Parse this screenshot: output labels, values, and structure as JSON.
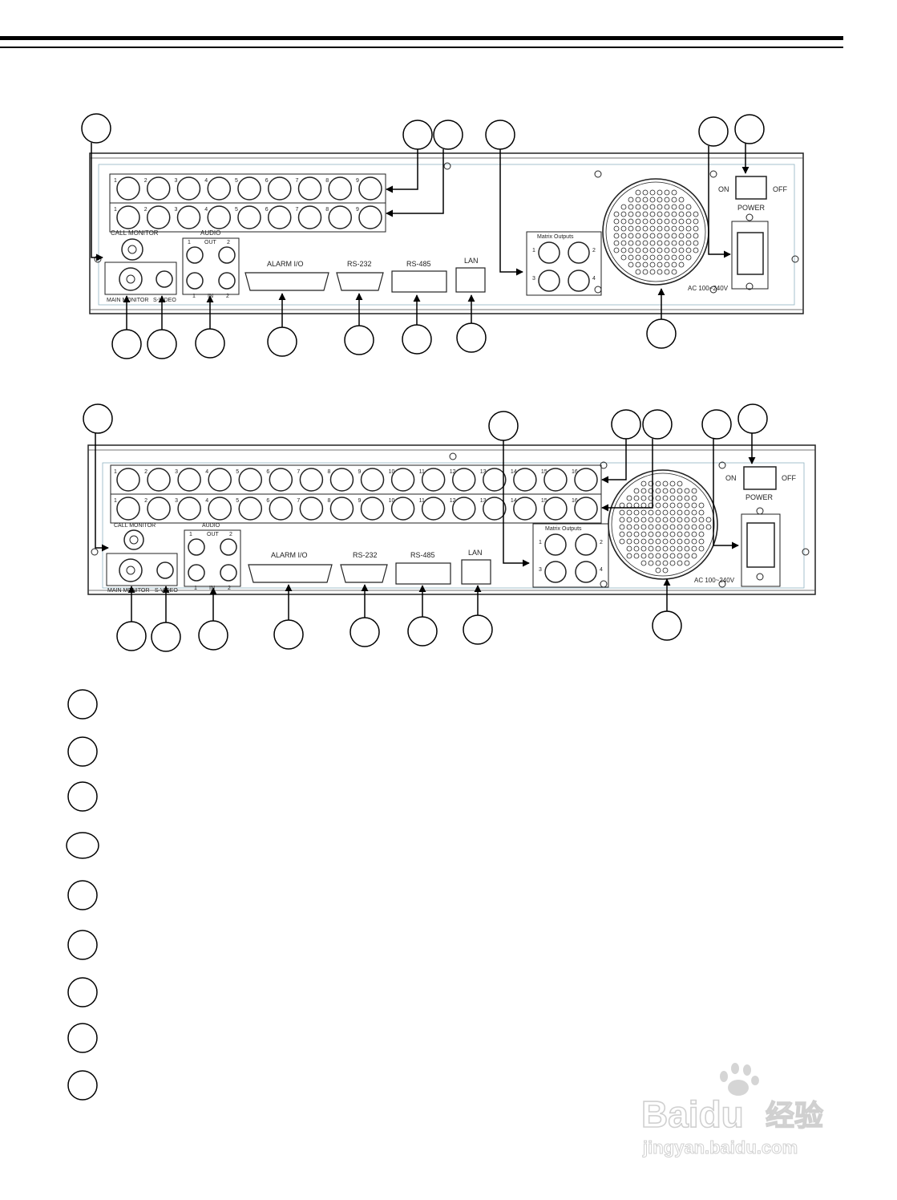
{
  "panel_a": {
    "channels": [
      "1",
      "2",
      "3",
      "4",
      "5",
      "6",
      "7",
      "8",
      "9"
    ],
    "call_monitor": "CALL MONITOR",
    "main_monitor": "MAIN MONITOR",
    "s_video": "S-VIDEO",
    "audio": "AUDIO",
    "audio_out": "OUT",
    "audio_in": "IN",
    "audio_1": "1",
    "audio_2": "2",
    "alarm": "ALARM I/O",
    "rs232": "RS-232",
    "rs485": "RS-485",
    "lan": "LAN",
    "matrix": "Matrix Outputs",
    "matrix_nums": [
      "1",
      "2",
      "3",
      "4"
    ],
    "power": "POWER",
    "on": "ON",
    "off": "OFF",
    "ac": "AC 100~240V"
  },
  "panel_b": {
    "channels": [
      "1",
      "2",
      "3",
      "4",
      "5",
      "6",
      "7",
      "8",
      "9",
      "10",
      "11",
      "12",
      "13",
      "14",
      "15",
      "16"
    ],
    "call_monitor": "CALL MONITOR",
    "main_monitor": "MAIN MONITOR",
    "s_video": "S-VIDEO",
    "audio": "AUDIO",
    "audio_out": "OUT",
    "audio_in": "IN",
    "audio_1": "1",
    "audio_2": "2",
    "alarm": "ALARM I/O",
    "rs232": "RS-232",
    "rs485": "RS-485",
    "lan": "LAN",
    "matrix": "Matrix Outputs",
    "matrix_nums": [
      "1",
      "2",
      "3",
      "4"
    ],
    "power": "POWER",
    "on": "ON",
    "off": "OFF",
    "ac": "AC 100~240V"
  },
  "watermark": {
    "brand": "Baidu",
    "suffix": "经验",
    "url": "jingyan.baidu.com"
  }
}
